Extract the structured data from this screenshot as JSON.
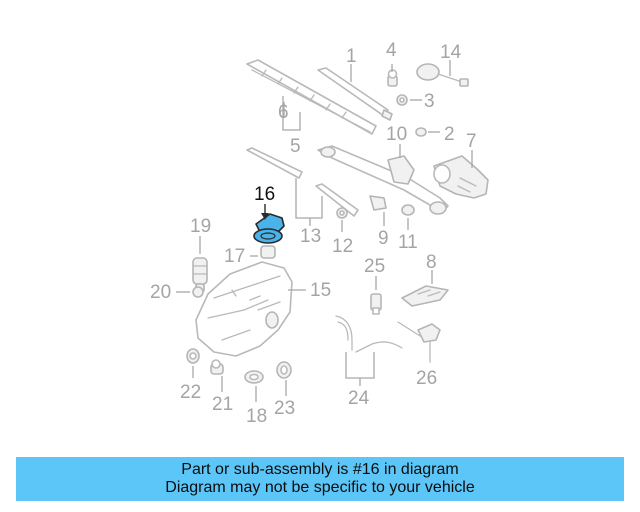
{
  "diagram": {
    "highlight_color": "#4ab4ea",
    "highlighted_part": "16",
    "callouts": {
      "c1": "1",
      "c2": "2",
      "c3": "3",
      "c4": "4",
      "c5": "5",
      "c6": "6",
      "c7": "7",
      "c8": "8",
      "c9": "9",
      "c10": "10",
      "c11": "11",
      "c12": "12",
      "c13": "13",
      "c14": "14",
      "c15": "15",
      "c16": "16",
      "c17": "17",
      "c18": "18",
      "c19": "19",
      "c20": "20",
      "c21": "21",
      "c22": "22",
      "c23": "23",
      "c24": "24",
      "c25": "25",
      "c26": "26"
    }
  },
  "info_bar": {
    "background": "#5bc6f7",
    "line1": "Part or sub-assembly is #16 in diagram",
    "line2": "Diagram may not be specific to your vehicle"
  }
}
